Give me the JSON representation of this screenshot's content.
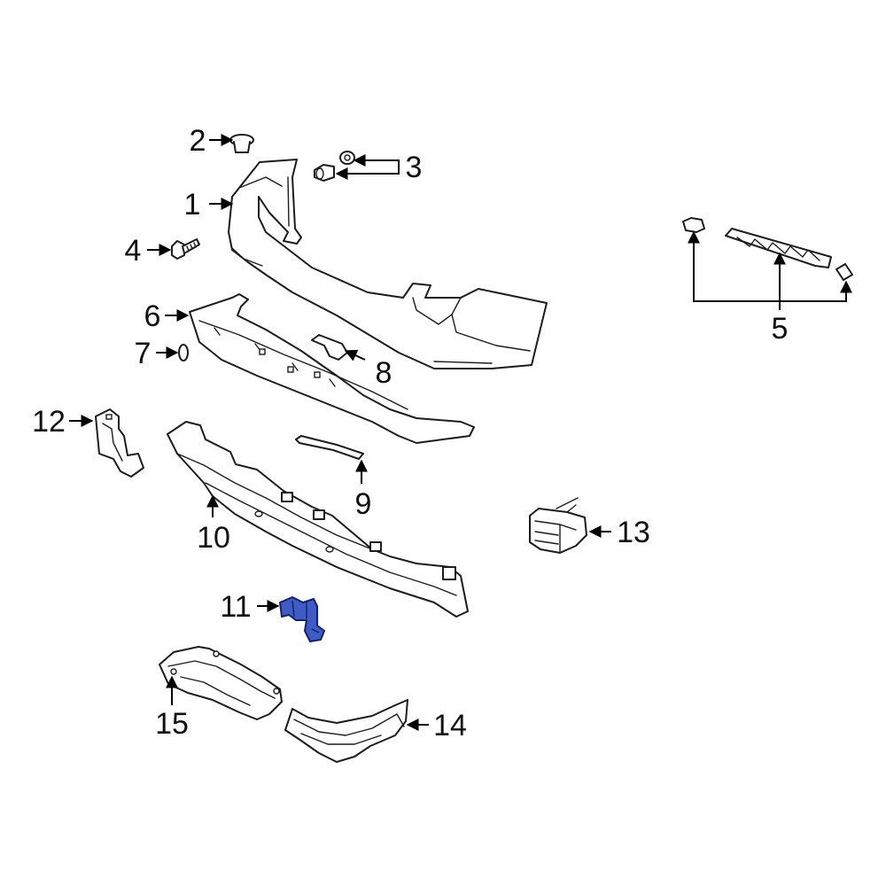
{
  "highlight_color": "#3f5bc4",
  "callouts": {
    "c1": "1",
    "c2": "2",
    "c3": "3",
    "c4": "4",
    "c5": "5",
    "c6": "6",
    "c7": "7",
    "c8": "8",
    "c9": "9",
    "c10": "10",
    "c11": "11",
    "c12": "12",
    "c13": "13",
    "c14": "14",
    "c15": "15"
  },
  "highlighted_part": "11"
}
